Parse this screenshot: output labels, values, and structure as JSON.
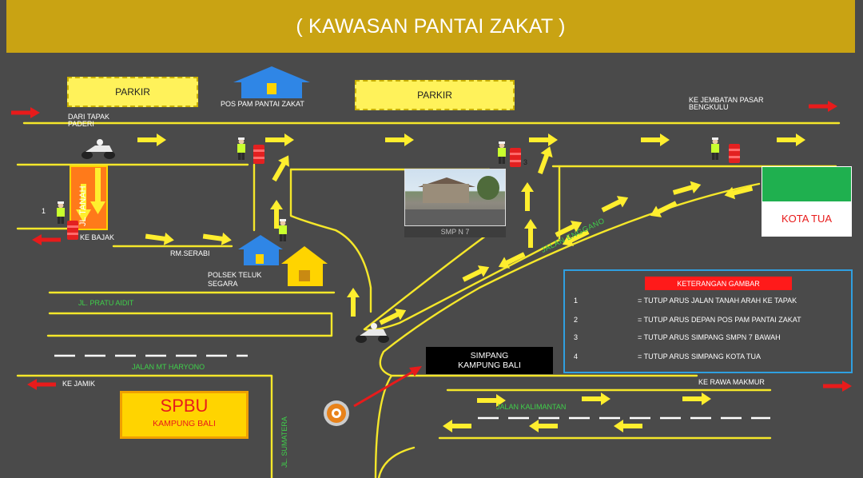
{
  "title": "( KAWASAN PANTAI ZAKAT )",
  "colors": {
    "background": "#4a4a4a",
    "road_line": "#f5e72a",
    "title_bar": "#c9a313",
    "legend_border": "#2f9fe0",
    "legend_header": "#ff1a1a",
    "arrow_red": "#e81b1b",
    "kota_tua_green": "#1fb04f",
    "police_post_blue": "#2f86e6",
    "house_yellow": "#ffd400"
  },
  "parking": {
    "left": "PARKIR",
    "right": "PARKIR"
  },
  "places": {
    "pos_pam": "POS PAM PANTAI ZAKAT",
    "polsek": "POLSEK TELUK SEGARA",
    "smpn7": "SMP N 7",
    "simpang": "SIMPANG KAMPUNG BALI",
    "spbu": "SPBU",
    "spbu_sub": "KAMPUNG BALI",
    "kota_tua": "KOTA TUA",
    "rm_serabi": "RM.SERABI"
  },
  "roads": {
    "dari_tapak_paderi": "DARI TAPAK PADERI",
    "ke_jembatan": "KE JEMBATAN PASAR BENGKULU",
    "jl_tanah": "JL TANAH",
    "ke_bajak": "KE BAJAK",
    "jl_pratu_aidit": "JL. PRATU AIDIT",
    "jalan_mt_haryono": "JALAN MT HARYONO",
    "ke_jamik": "KE JAMIK",
    "jl_sumatera": "JL. SUMATERA",
    "jalan_enggano": "JALAN ENGGANO",
    "ke_rawa_makmur": "KE RAWA MAKMUR",
    "jalan_kalimantan": "JALAN KALIMANTAN"
  },
  "markers": {
    "m1": "1",
    "m3": "3"
  },
  "icons": [
    "house-icon",
    "police-officer-icon",
    "road-barrier-icon",
    "motorcycle-icon",
    "target-marker-icon",
    "direction-arrow-icon"
  ],
  "legend": {
    "title": "KETERANGAN GAMBAR",
    "items": [
      {
        "num": "1",
        "text": "= TUTUP ARUS  JALAN TANAH ARAH KE TAPAK"
      },
      {
        "num": "2",
        "text": "= TUTUP ARUS  DEPAN POS PAM PANTAI ZAKAT"
      },
      {
        "num": "3",
        "text": "= TUTUP ARUS SIMPANG SMPN 7 BAWAH"
      },
      {
        "num": "4",
        "text": "= TUTUP ARUS  SIMPANG KOTA TUA"
      }
    ]
  }
}
